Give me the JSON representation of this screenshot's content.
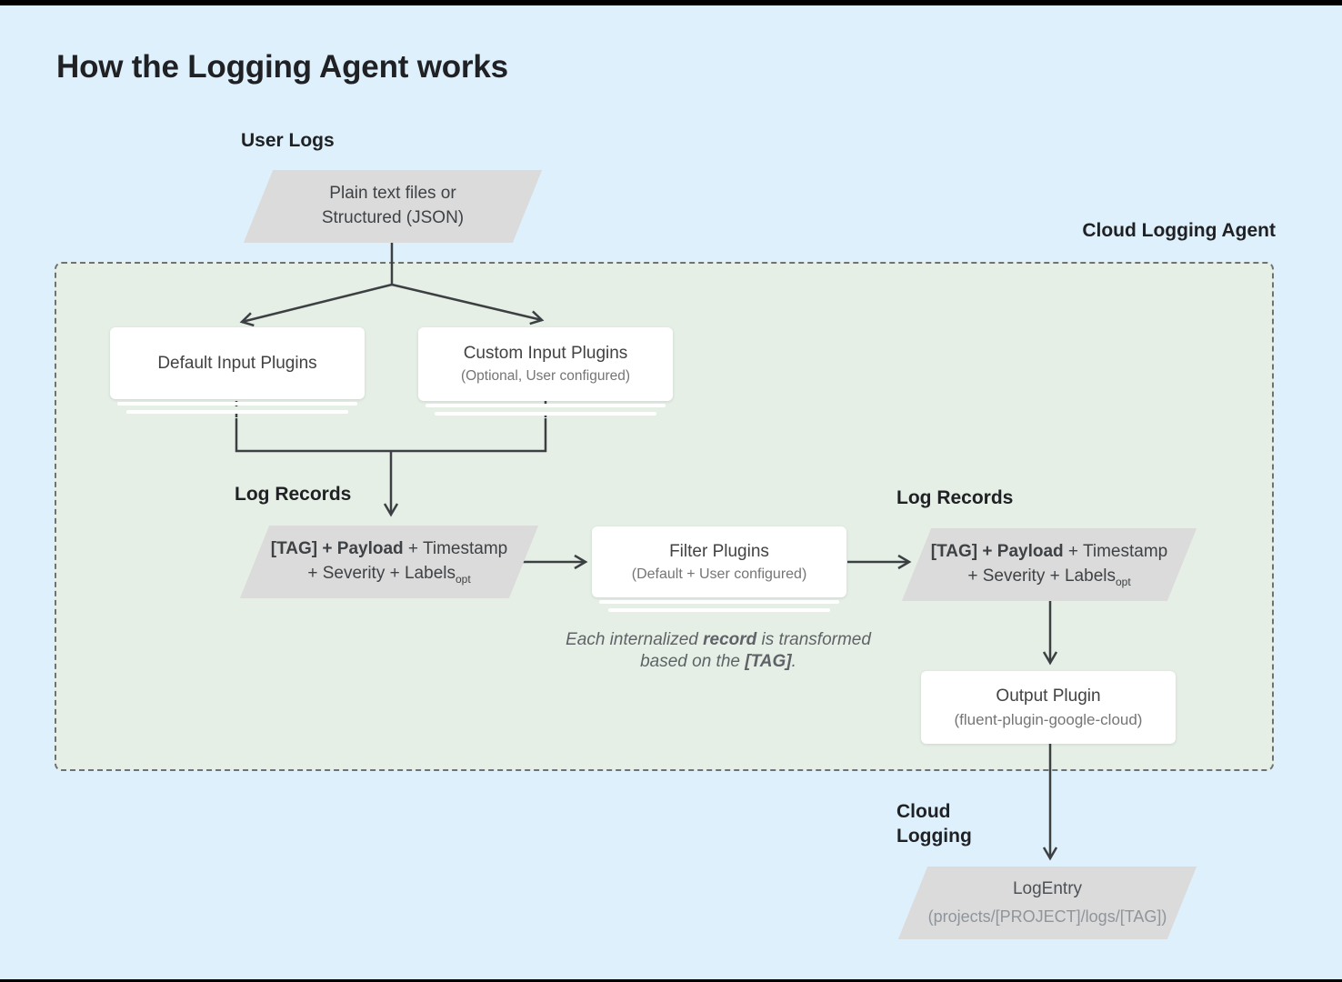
{
  "title": "How the Logging Agent works",
  "labels": {
    "user_logs": "User Logs",
    "agent": "Cloud Logging Agent",
    "log_records_left": "Log Records",
    "log_records_right": "Log Records",
    "cloud_logging": "Cloud Logging"
  },
  "nodes": {
    "user_input": {
      "line1": "Plain text files or",
      "line2": "Structured (JSON)"
    },
    "default_input": {
      "title": "Default Input Plugins"
    },
    "custom_input": {
      "title": "Custom Input Plugins",
      "subtitle": "(Optional, User configured)"
    },
    "log_record_left": {
      "bold": "[TAG] + Payload",
      "rest": " + Timestamp",
      "line2": "+ Severity + Labels",
      "subscript": "opt"
    },
    "filter": {
      "title": "Filter Plugins",
      "subtitle": "(Default + User configured)"
    },
    "log_record_right": {
      "bold": "[TAG] + Payload",
      "rest": " + Timestamp",
      "line2": "+ Severity + Labels",
      "subscript": "opt"
    },
    "output": {
      "title": "Output Plugin",
      "subtitle": "(fluent-plugin-google-cloud)"
    },
    "log_entry": {
      "title": "LogEntry",
      "subtitle": "(projects/[PROJECT]/logs/[TAG])"
    }
  },
  "note": {
    "part1": "Each internalized ",
    "bold1": "record",
    "part2": " is transformed based on the ",
    "bold2": "[TAG]",
    "part3": "."
  },
  "colors": {
    "background": "#def0fb",
    "agent_fill": "#e5efe6",
    "record_fill": "#dbdbdb",
    "node_fill": "#ffffff",
    "line": "#3c4043",
    "border_dash": "#6e7276"
  }
}
